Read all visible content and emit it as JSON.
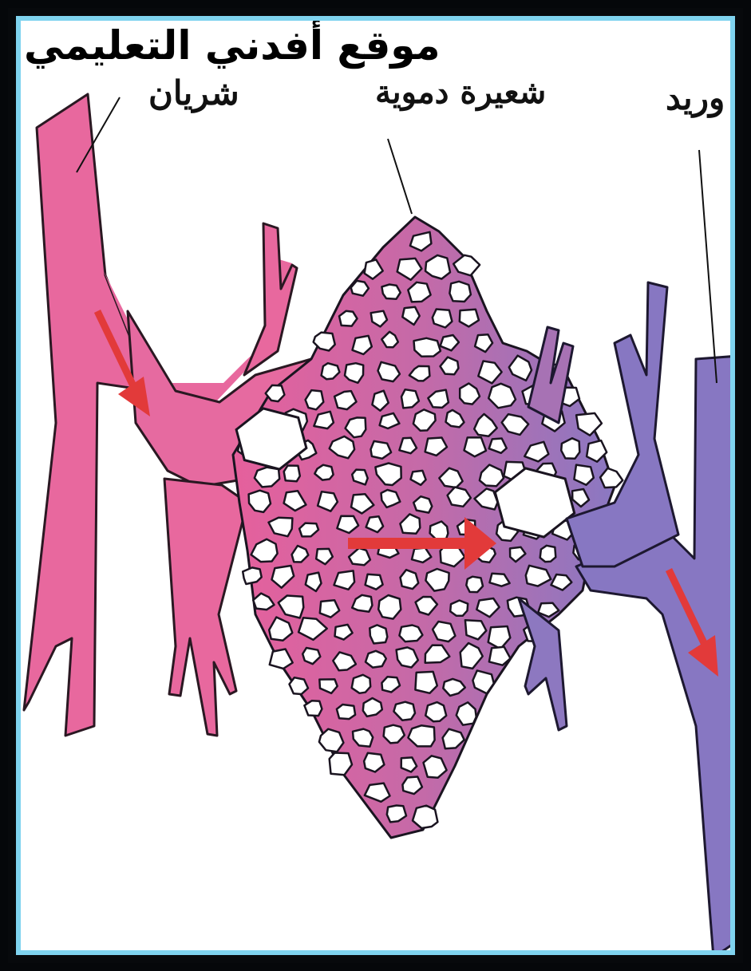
{
  "watermark_text": "موقع أفدني التعليمي",
  "labels": {
    "artery": "شريان",
    "capillary": "شعيرة دموية",
    "vein": "وريد"
  },
  "colors": {
    "artery": "#e8689e",
    "artery_dark": "#d74d86",
    "capillary": "#b96da9",
    "vein": "#8777c2",
    "vein_dark": "#7665b4",
    "arrow": "#e23a3a",
    "outline": "#1a1420",
    "frame_border": "#7fd3ef"
  }
}
